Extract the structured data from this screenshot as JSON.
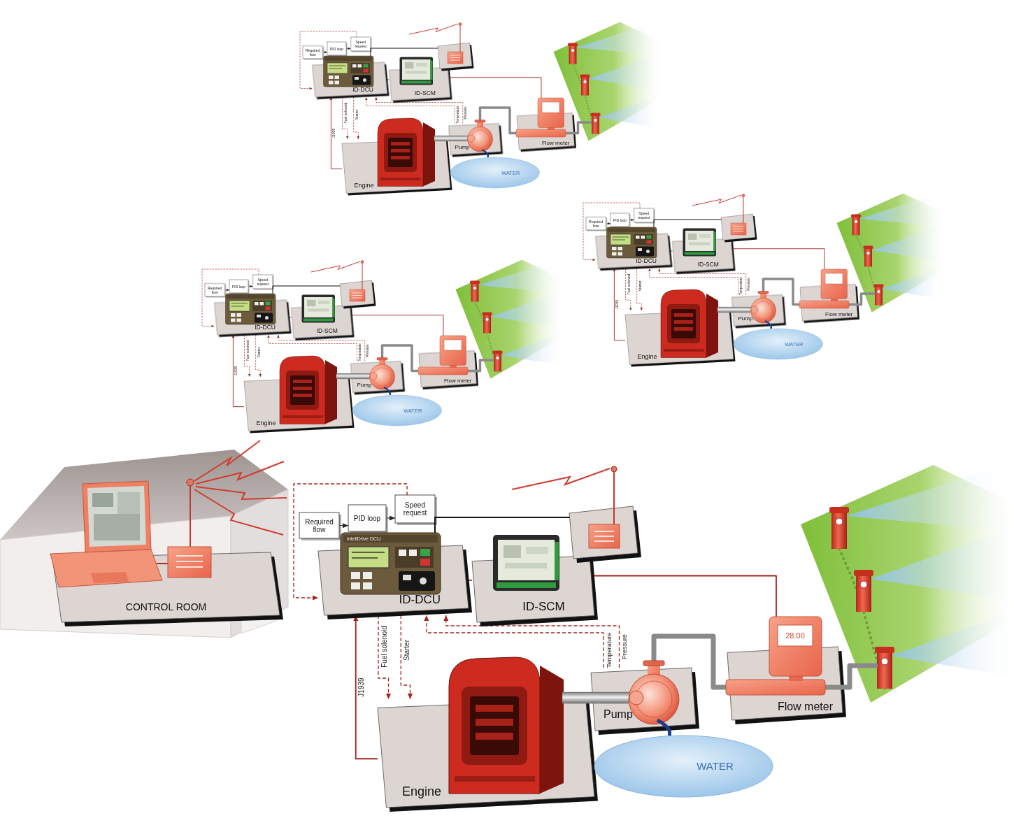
{
  "diagram": {
    "nodes": [
      {
        "text": [
          "Required flow"
        ]
      },
      {
        "text": [
          "PID loop"
        ]
      },
      {
        "text": [
          "Speed request"
        ]
      },
      {
        "text": [
          "ID-DCU"
        ]
      },
      {
        "text": [
          "ID-SCM"
        ]
      },
      {
        "text": [
          "Engine"
        ]
      },
      {
        "text": [
          "Pump"
        ]
      },
      {
        "text": [
          "Flow meter"
        ]
      },
      {
        "text": [
          "WATER"
        ]
      },
      {
        "text": [
          "Required flow"
        ]
      },
      {
        "text": [
          "PID loop"
        ]
      },
      {
        "text": [
          "Speed request"
        ]
      },
      {
        "text": [
          "ID-DCU"
        ]
      },
      {
        "text": [
          "ID-SCM"
        ]
      },
      {
        "text": [
          "Engine"
        ]
      },
      {
        "text": [
          "Pump"
        ]
      },
      {
        "text": [
          "Flow meter"
        ]
      },
      {
        "text": [
          "WATER"
        ]
      },
      {
        "text": [
          "Required flow"
        ]
      },
      {
        "text": [
          "PID loop"
        ]
      },
      {
        "text": [
          "Speed request"
        ]
      },
      {
        "text": [
          "ID-DCU"
        ]
      },
      {
        "text": [
          "ID-SCM"
        ]
      },
      {
        "text": [
          "Engine"
        ]
      },
      {
        "text": [
          "Pump"
        ]
      },
      {
        "text": [
          "Flow meter"
        ]
      },
      {
        "text": [
          "WATER"
        ]
      },
      {
        "text": [
          "CONTROL ROOM"
        ]
      },
      {
        "text": [
          "Required flow"
        ]
      },
      {
        "text": [
          "PID loop"
        ]
      },
      {
        "text": [
          "Speed request"
        ]
      },
      {
        "text": [
          "ID-DCU"
        ]
      },
      {
        "text": [
          "ID-SCM"
        ]
      },
      {
        "text": [
          "Engine"
        ]
      },
      {
        "text": [
          "Pump"
        ]
      },
      {
        "text": [
          "Flow meter"
        ]
      },
      {
        "text": [
          "WATER"
        ]
      }
    ],
    "edges": [
      {
        "from": 0,
        "to": 1,
        "arrow": "to"
      },
      {
        "from": 1,
        "to": 2,
        "arrow": "to"
      },
      {
        "from": 2,
        "to": 3,
        "arrow": "to"
      },
      {
        "from": 3,
        "to": 4,
        "arrow": "none"
      },
      {
        "from": 4,
        "to": 7,
        "arrow": "none"
      },
      {
        "from": 5,
        "to": 3,
        "label": "J1939",
        "arrow": "to"
      },
      {
        "from": 3,
        "to": 5,
        "label": "Fuel solenoid",
        "arrow": "to"
      },
      {
        "from": 3,
        "to": 5,
        "label": "Starter",
        "arrow": "to"
      },
      {
        "from": 6,
        "to": 3,
        "label": "Temperature",
        "arrow": "to"
      },
      {
        "from": 6,
        "to": 3,
        "label": "Pressure",
        "arrow": "to"
      },
      {
        "from": 6,
        "to": 7,
        "arrow": "none"
      },
      {
        "from": 6,
        "to": 8,
        "arrow": "none"
      },
      {
        "from": 9,
        "to": 10,
        "arrow": "to"
      },
      {
        "from": 10,
        "to": 11,
        "arrow": "to"
      },
      {
        "from": 11,
        "to": 12,
        "arrow": "to"
      },
      {
        "from": 12,
        "to": 13,
        "arrow": "none"
      },
      {
        "from": 13,
        "to": 16,
        "arrow": "none"
      },
      {
        "from": 14,
        "to": 12,
        "label": "J1939",
        "arrow": "to"
      },
      {
        "from": 12,
        "to": 14,
        "label": "Fuel solenoid",
        "arrow": "to"
      },
      {
        "from": 12,
        "to": 14,
        "label": "Starter",
        "arrow": "to"
      },
      {
        "from": 15,
        "to": 12,
        "label": "Temperature",
        "arrow": "to"
      },
      {
        "from": 15,
        "to": 12,
        "label": "Pressure",
        "arrow": "to"
      },
      {
        "from": 15,
        "to": 16,
        "arrow": "none"
      },
      {
        "from": 15,
        "to": 17,
        "arrow": "none"
      },
      {
        "from": 18,
        "to": 19,
        "arrow": "to"
      },
      {
        "from": 19,
        "to": 20,
        "arrow": "to"
      },
      {
        "from": 20,
        "to": 21,
        "arrow": "to"
      },
      {
        "from": 21,
        "to": 22,
        "arrow": "none"
      },
      {
        "from": 22,
        "to": 25,
        "arrow": "none"
      },
      {
        "from": 23,
        "to": 21,
        "label": "J1939",
        "arrow": "to"
      },
      {
        "from": 21,
        "to": 23,
        "label": "Fuel solenoid",
        "arrow": "to"
      },
      {
        "from": 21,
        "to": 23,
        "label": "Starter",
        "arrow": "to"
      },
      {
        "from": 24,
        "to": 21,
        "label": "Temperature",
        "arrow": "to"
      },
      {
        "from": 24,
        "to": 21,
        "label": "Pressure",
        "arrow": "to"
      },
      {
        "from": 24,
        "to": 25,
        "arrow": "none"
      },
      {
        "from": 24,
        "to": 26,
        "arrow": "none"
      },
      {
        "from": 28,
        "to": 29,
        "arrow": "to"
      },
      {
        "from": 29,
        "to": 30,
        "arrow": "to"
      },
      {
        "from": 30,
        "to": 31,
        "arrow": "to"
      },
      {
        "from": 31,
        "to": 32,
        "arrow": "none"
      },
      {
        "from": 32,
        "to": 35,
        "arrow": "none"
      },
      {
        "from": 33,
        "to": 31,
        "label": "J1939",
        "arrow": "to"
      },
      {
        "from": 31,
        "to": 33,
        "label": "Fuel solenoid",
        "arrow": "to"
      },
      {
        "from": 31,
        "to": 33,
        "label": "Starter",
        "arrow": "to"
      },
      {
        "from": 34,
        "to": 31,
        "label": "Temperature",
        "arrow": "to"
      },
      {
        "from": 34,
        "to": 31,
        "label": "Pressure",
        "arrow": "to"
      },
      {
        "from": 34,
        "to": 35,
        "arrow": "none"
      },
      {
        "from": 34,
        "to": 36,
        "arrow": "none"
      }
    ],
    "labels": [
      "InteliDrive DCU",
      "28.00"
    ]
  }
}
